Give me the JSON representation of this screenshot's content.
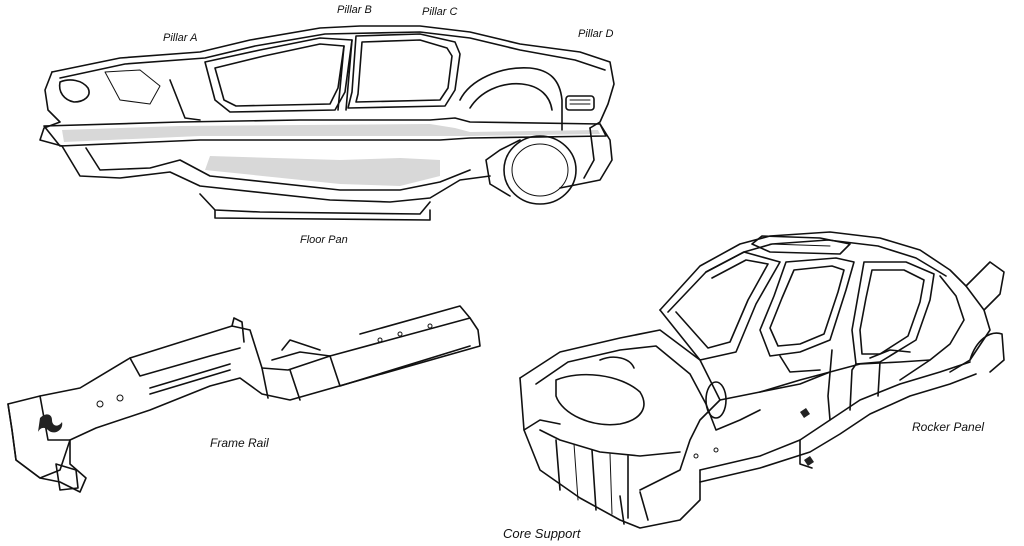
{
  "figure": {
    "labels": {
      "pillar_a": "Pillar A",
      "pillar_b": "Pillar B",
      "pillar_c": "Pillar C",
      "pillar_d": "Pillar D",
      "floor_pan": "Floor Pan",
      "frame_rail": "Frame Rail",
      "rocker_panel": "Rocker Panel",
      "core_support": "Core Support"
    },
    "line_color": "#111111",
    "shade_color": "#d8d8d8"
  }
}
